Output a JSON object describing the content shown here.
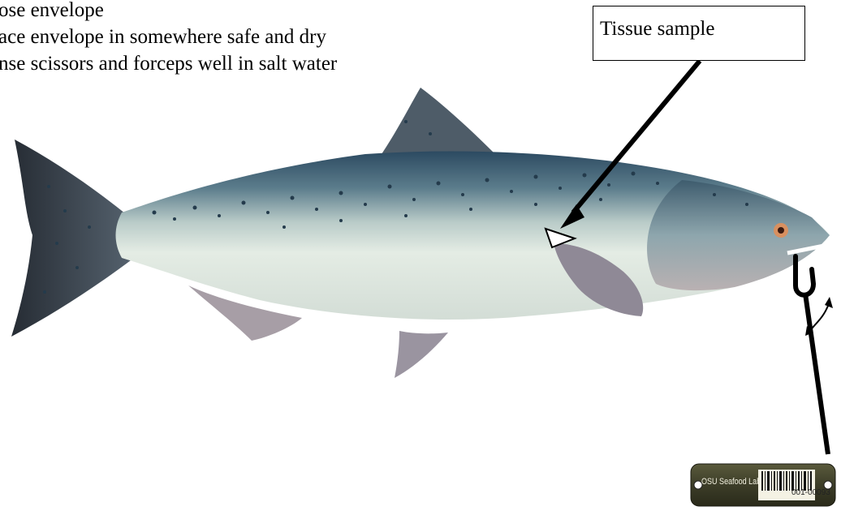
{
  "instructions": [
    "ose envelope",
    "ace envelope in somewhere safe and dry",
    "nse scissors and forceps well in salt water"
  ],
  "callout": {
    "label": "Tissue sample"
  },
  "tag": {
    "lab": "OSU Seafood Lab",
    "code": "001-00093"
  },
  "colors": {
    "back": "#2f4f66",
    "belly": "#e3ebe4",
    "fin": "#8f8a96",
    "tail": "#2d3640",
    "outline": "#000000"
  },
  "icons": [
    "salmon-illustration",
    "tissue-sample-marker",
    "hook-icon",
    "barcode-tag-icon"
  ]
}
